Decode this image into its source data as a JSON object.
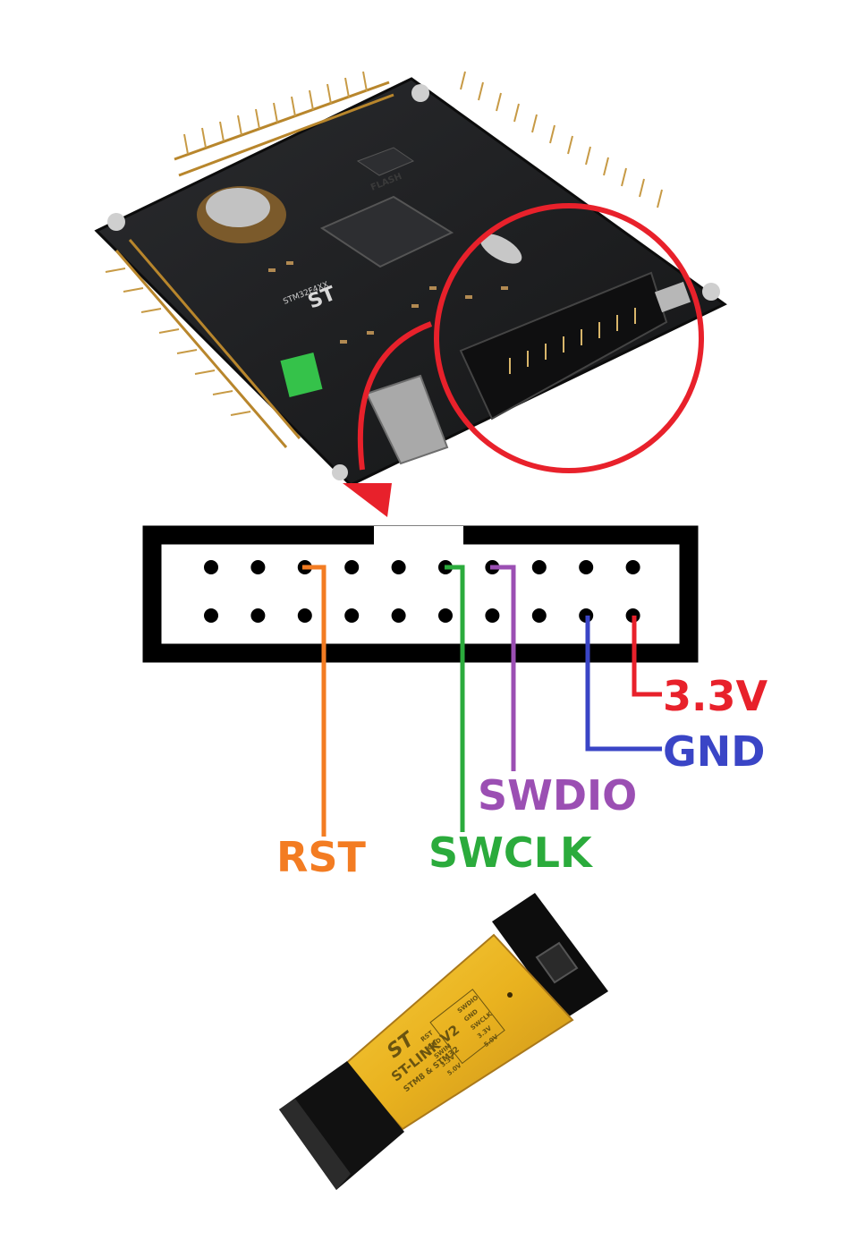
{
  "board": {
    "chip_marking": "FLASH",
    "model": "STM32F4XX",
    "logo": "ST"
  },
  "header": {
    "pin_columns": 10,
    "pin_rows": 2
  },
  "signals": [
    {
      "label": "3.3V",
      "color": "#e8212b"
    },
    {
      "label": "GND",
      "color": "#3a45c6"
    },
    {
      "label": "SWDIO",
      "color": "#9b4fb3"
    },
    {
      "label": "SWCLK",
      "color": "#2bab3c"
    },
    {
      "label": "RST",
      "color": "#f37c22"
    }
  ],
  "stlink": {
    "logo": "ST",
    "name": "ST-LINK V2",
    "subtitle": "STM8 & STM32",
    "pin_labels": [
      "RST",
      "SWDIO",
      "GND",
      "GND",
      "SWIM",
      "SWCLK",
      "3.3V",
      "3.3V",
      "5.0V",
      "5.0V"
    ]
  },
  "colors": {
    "highlight": "#e8212b",
    "arrow": "#e8212b",
    "board": "#1c1d1f",
    "stlink_body": "#e9b21f"
  }
}
